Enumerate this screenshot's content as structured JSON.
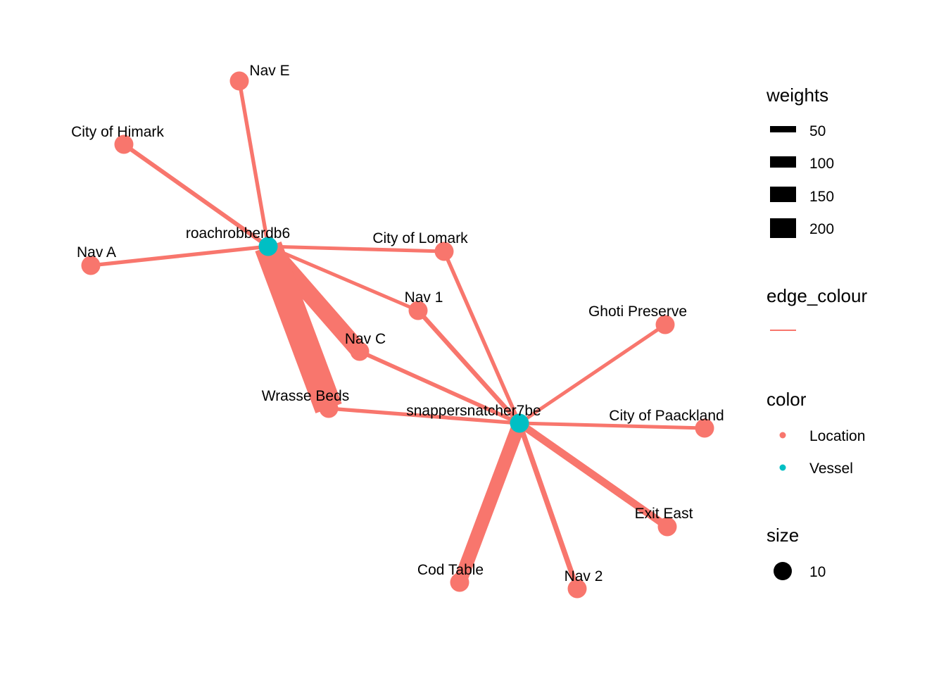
{
  "colors": {
    "location": "#F8766D",
    "vessel": "#00BFC4",
    "edge": "#F8766D",
    "text": "#000000",
    "background": "#FFFFFF"
  },
  "nodes": [
    {
      "id": "roachrobberdb6",
      "label": "roachrobberdb6",
      "type": "Vessel"
    },
    {
      "id": "snappersnatcher7be",
      "label": "snappersnatcher7be",
      "type": "Vessel"
    },
    {
      "id": "nav_e",
      "label": "Nav E",
      "type": "Location"
    },
    {
      "id": "himark",
      "label": "City of Himark",
      "type": "Location"
    },
    {
      "id": "nav_a",
      "label": "Nav A",
      "type": "Location"
    },
    {
      "id": "lomark",
      "label": "City of Lomark",
      "type": "Location"
    },
    {
      "id": "nav_1",
      "label": "Nav 1",
      "type": "Location"
    },
    {
      "id": "nav_c",
      "label": "Nav C",
      "type": "Location"
    },
    {
      "id": "wrasse",
      "label": "Wrasse Beds",
      "type": "Location"
    },
    {
      "id": "ghoti",
      "label": "Ghoti Preserve",
      "type": "Location"
    },
    {
      "id": "paackland",
      "label": "City of Paackland",
      "type": "Location"
    },
    {
      "id": "exit_east",
      "label": "Exit East",
      "type": "Location"
    },
    {
      "id": "cod_table",
      "label": "Cod Table",
      "type": "Location"
    },
    {
      "id": "nav_2",
      "label": "Nav 2",
      "type": "Location"
    }
  ],
  "edges": [
    {
      "source": "roachrobberdb6",
      "target": "nav_e",
      "weight": 8
    },
    {
      "source": "roachrobberdb6",
      "target": "himark",
      "weight": 12
    },
    {
      "source": "roachrobberdb6",
      "target": "nav_a",
      "weight": 8
    },
    {
      "source": "roachrobberdb6",
      "target": "lomark",
      "weight": 6
    },
    {
      "source": "roachrobberdb6",
      "target": "nav_1",
      "weight": 6
    },
    {
      "source": "roachrobberdb6",
      "target": "nav_c",
      "weight": 120
    },
    {
      "source": "roachrobberdb6",
      "target": "wrasse",
      "weight": 210
    },
    {
      "source": "snappersnatcher7be",
      "target": "lomark",
      "weight": 8
    },
    {
      "source": "snappersnatcher7be",
      "target": "nav_1",
      "weight": 14
    },
    {
      "source": "snappersnatcher7be",
      "target": "nav_c",
      "weight": 10
    },
    {
      "source": "snappersnatcher7be",
      "target": "wrasse",
      "weight": 8
    },
    {
      "source": "snappersnatcher7be",
      "target": "ghoti",
      "weight": 6
    },
    {
      "source": "snappersnatcher7be",
      "target": "paackland",
      "weight": 6
    },
    {
      "source": "snappersnatcher7be",
      "target": "exit_east",
      "weight": 40
    },
    {
      "source": "snappersnatcher7be",
      "target": "cod_table",
      "weight": 90
    },
    {
      "source": "snappersnatcher7be",
      "target": "nav_2",
      "weight": 20
    }
  ],
  "legend": {
    "weights": {
      "title": "weights",
      "items": [
        "50",
        "100",
        "150",
        "200"
      ]
    },
    "edge_colour": {
      "title": "edge_colour"
    },
    "color": {
      "title": "color",
      "items": [
        "Location",
        "Vessel"
      ]
    },
    "size": {
      "title": "size",
      "items": [
        "10"
      ]
    }
  }
}
